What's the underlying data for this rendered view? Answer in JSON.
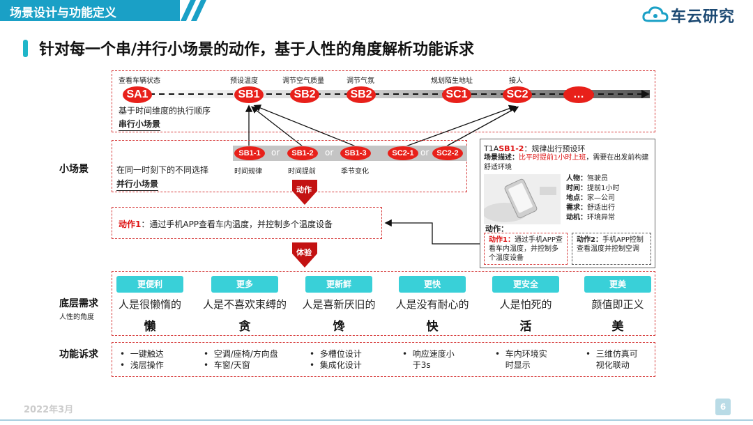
{
  "header": {
    "section": "场景设计与功能定义",
    "logo": "车云研究",
    "title": "针对每一个串/并行小场景的动作，基于人性的角度解析功能诉求"
  },
  "serial": {
    "step_labels": [
      "查看车辆状态",
      "预设温度",
      "调节空气质量",
      "调节气氛",
      "规划陌生地址",
      "接人"
    ],
    "nodes": [
      "SA1",
      "SB1",
      "SB2",
      "SB2",
      "SC1",
      "SC2",
      "…"
    ],
    "desc": "基于时间维度的执行顺序",
    "name": "串行小场景"
  },
  "parallel": {
    "side_label": "小场景",
    "desc": "在同一时刻下的不同选择",
    "name": "并行小场景",
    "nodes": [
      "SB1-1",
      "SB1-2",
      "SB1-3",
      "SC2-1",
      "SC2-2"
    ],
    "or": "or",
    "captions": [
      "时间规律",
      "时间提前",
      "季节变化"
    ]
  },
  "arrows": {
    "action": "动作",
    "experience": "体验"
  },
  "action_box": {
    "label": "动作1",
    "text": "：通过手机APP查看车内温度，并控制多个温度设备"
  },
  "panel": {
    "title_prefix": "T1A",
    "title_code": "SB1-2",
    "title_suffix": "：规律出行预设环",
    "desc_label": "场景描述：",
    "desc_red": "比平时提前1小时上班",
    "desc_rest": "，需要在出发前构建舒适环境",
    "facts": [
      {
        "k": "人物：",
        "v": "驾驶员"
      },
      {
        "k": "时间：",
        "v": "提前1小时"
      },
      {
        "k": "地点：",
        "v": "家—公司"
      },
      {
        "k": "需求：",
        "v": "舒适出行"
      },
      {
        "k": "动机：",
        "v": "环境异常"
      }
    ],
    "action_label": "动作：",
    "action1_label": "动作1：",
    "action1_text": "通过手机APP查看车内温度，并控制多个温度设备",
    "action2_label": "动作2：",
    "action2_text": "手机APP控制查看温度并控制空调"
  },
  "needs": {
    "side_label": "底层需求",
    "side_sub": "人性的角度",
    "items": [
      {
        "pill": "更便利",
        "text": "人是很懒惰的",
        "char": "懒"
      },
      {
        "pill": "更多",
        "text": "人是不喜欢束缚的",
        "char": "贪"
      },
      {
        "pill": "更新鲜",
        "text": "人是喜新厌旧的",
        "char": "馋"
      },
      {
        "pill": "更快",
        "text": "人是没有耐心的",
        "char": "快"
      },
      {
        "pill": "更安全",
        "text": "人是怕死的",
        "char": "活"
      },
      {
        "pill": "更美",
        "text": "颜值即正义",
        "char": "美"
      }
    ]
  },
  "functions": {
    "side_label": "功能诉求",
    "cols": [
      [
        "一键触达",
        "浅层操作"
      ],
      [
        "空调/座椅/方向盘",
        "车窗/天窗"
      ],
      [
        "多槽位设计",
        "集成化设计"
      ],
      [
        "响应速度小于3s"
      ],
      [
        "车内环境实时显示"
      ],
      [
        "三维仿真可视化联动"
      ]
    ]
  },
  "footer": {
    "date": "2022年3月",
    "page": "6"
  },
  "colors": {
    "accent": "#1aa0c6",
    "red": "#e8201a",
    "cyan": "#39d0d8",
    "navy": "#1d4a73"
  }
}
